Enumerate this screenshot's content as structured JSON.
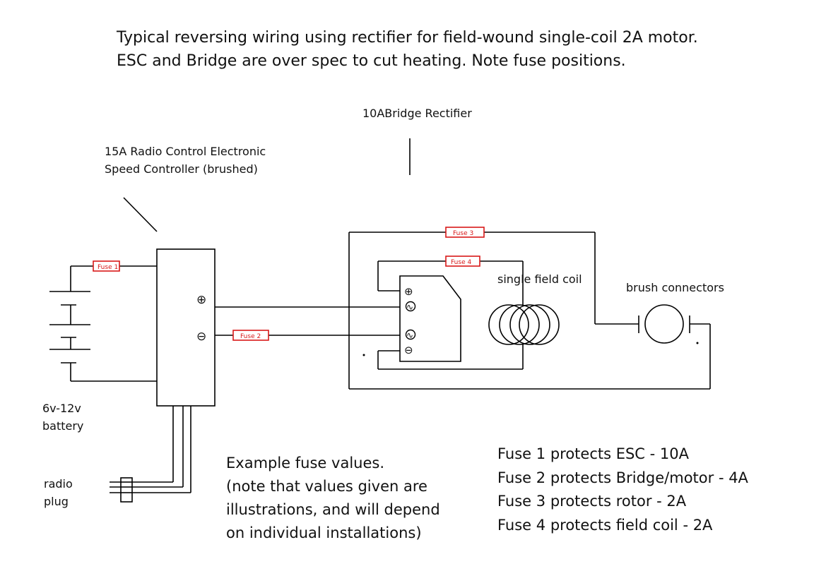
{
  "title": {
    "line1": "Typical reversing wiring using rectifier for field-wound single-coil 2A motor.",
    "line2": "ESC and Bridge are over spec to cut heating. Note fuse positions."
  },
  "labels": {
    "bridge": "10ABridge Rectifier",
    "esc_line1": "15A Radio Control Electronic",
    "esc_line2": "Speed Controller (brushed)",
    "field_coil": "single field coil",
    "brush": "brush connectors",
    "battery_line1": "6v-12v",
    "battery_line2": "battery",
    "radio_line1": "radio",
    "radio_line2": "plug"
  },
  "fuses": {
    "f1": "Fuse 1",
    "f2": "Fuse 2",
    "f3": "Fuse 3",
    "f4": "Fuse 4"
  },
  "symbols": {
    "plus": "⊕",
    "minus": "⊖",
    "ac": "∿"
  },
  "example": {
    "line1": "Example fuse values.",
    "line2": "(note that values given are",
    "line3": "illustrations, and will depend",
    "line4": "on individual installations)"
  },
  "fuse_notes": [
    "Fuse 1 protects ESC - 10A",
    "Fuse 2 protects Bridge/motor - 4A",
    "Fuse 3 protects rotor - 2A",
    "Fuse 4 protects field coil - 2A"
  ],
  "colors": {
    "fuse": "#d81818",
    "wire": "#000000"
  }
}
